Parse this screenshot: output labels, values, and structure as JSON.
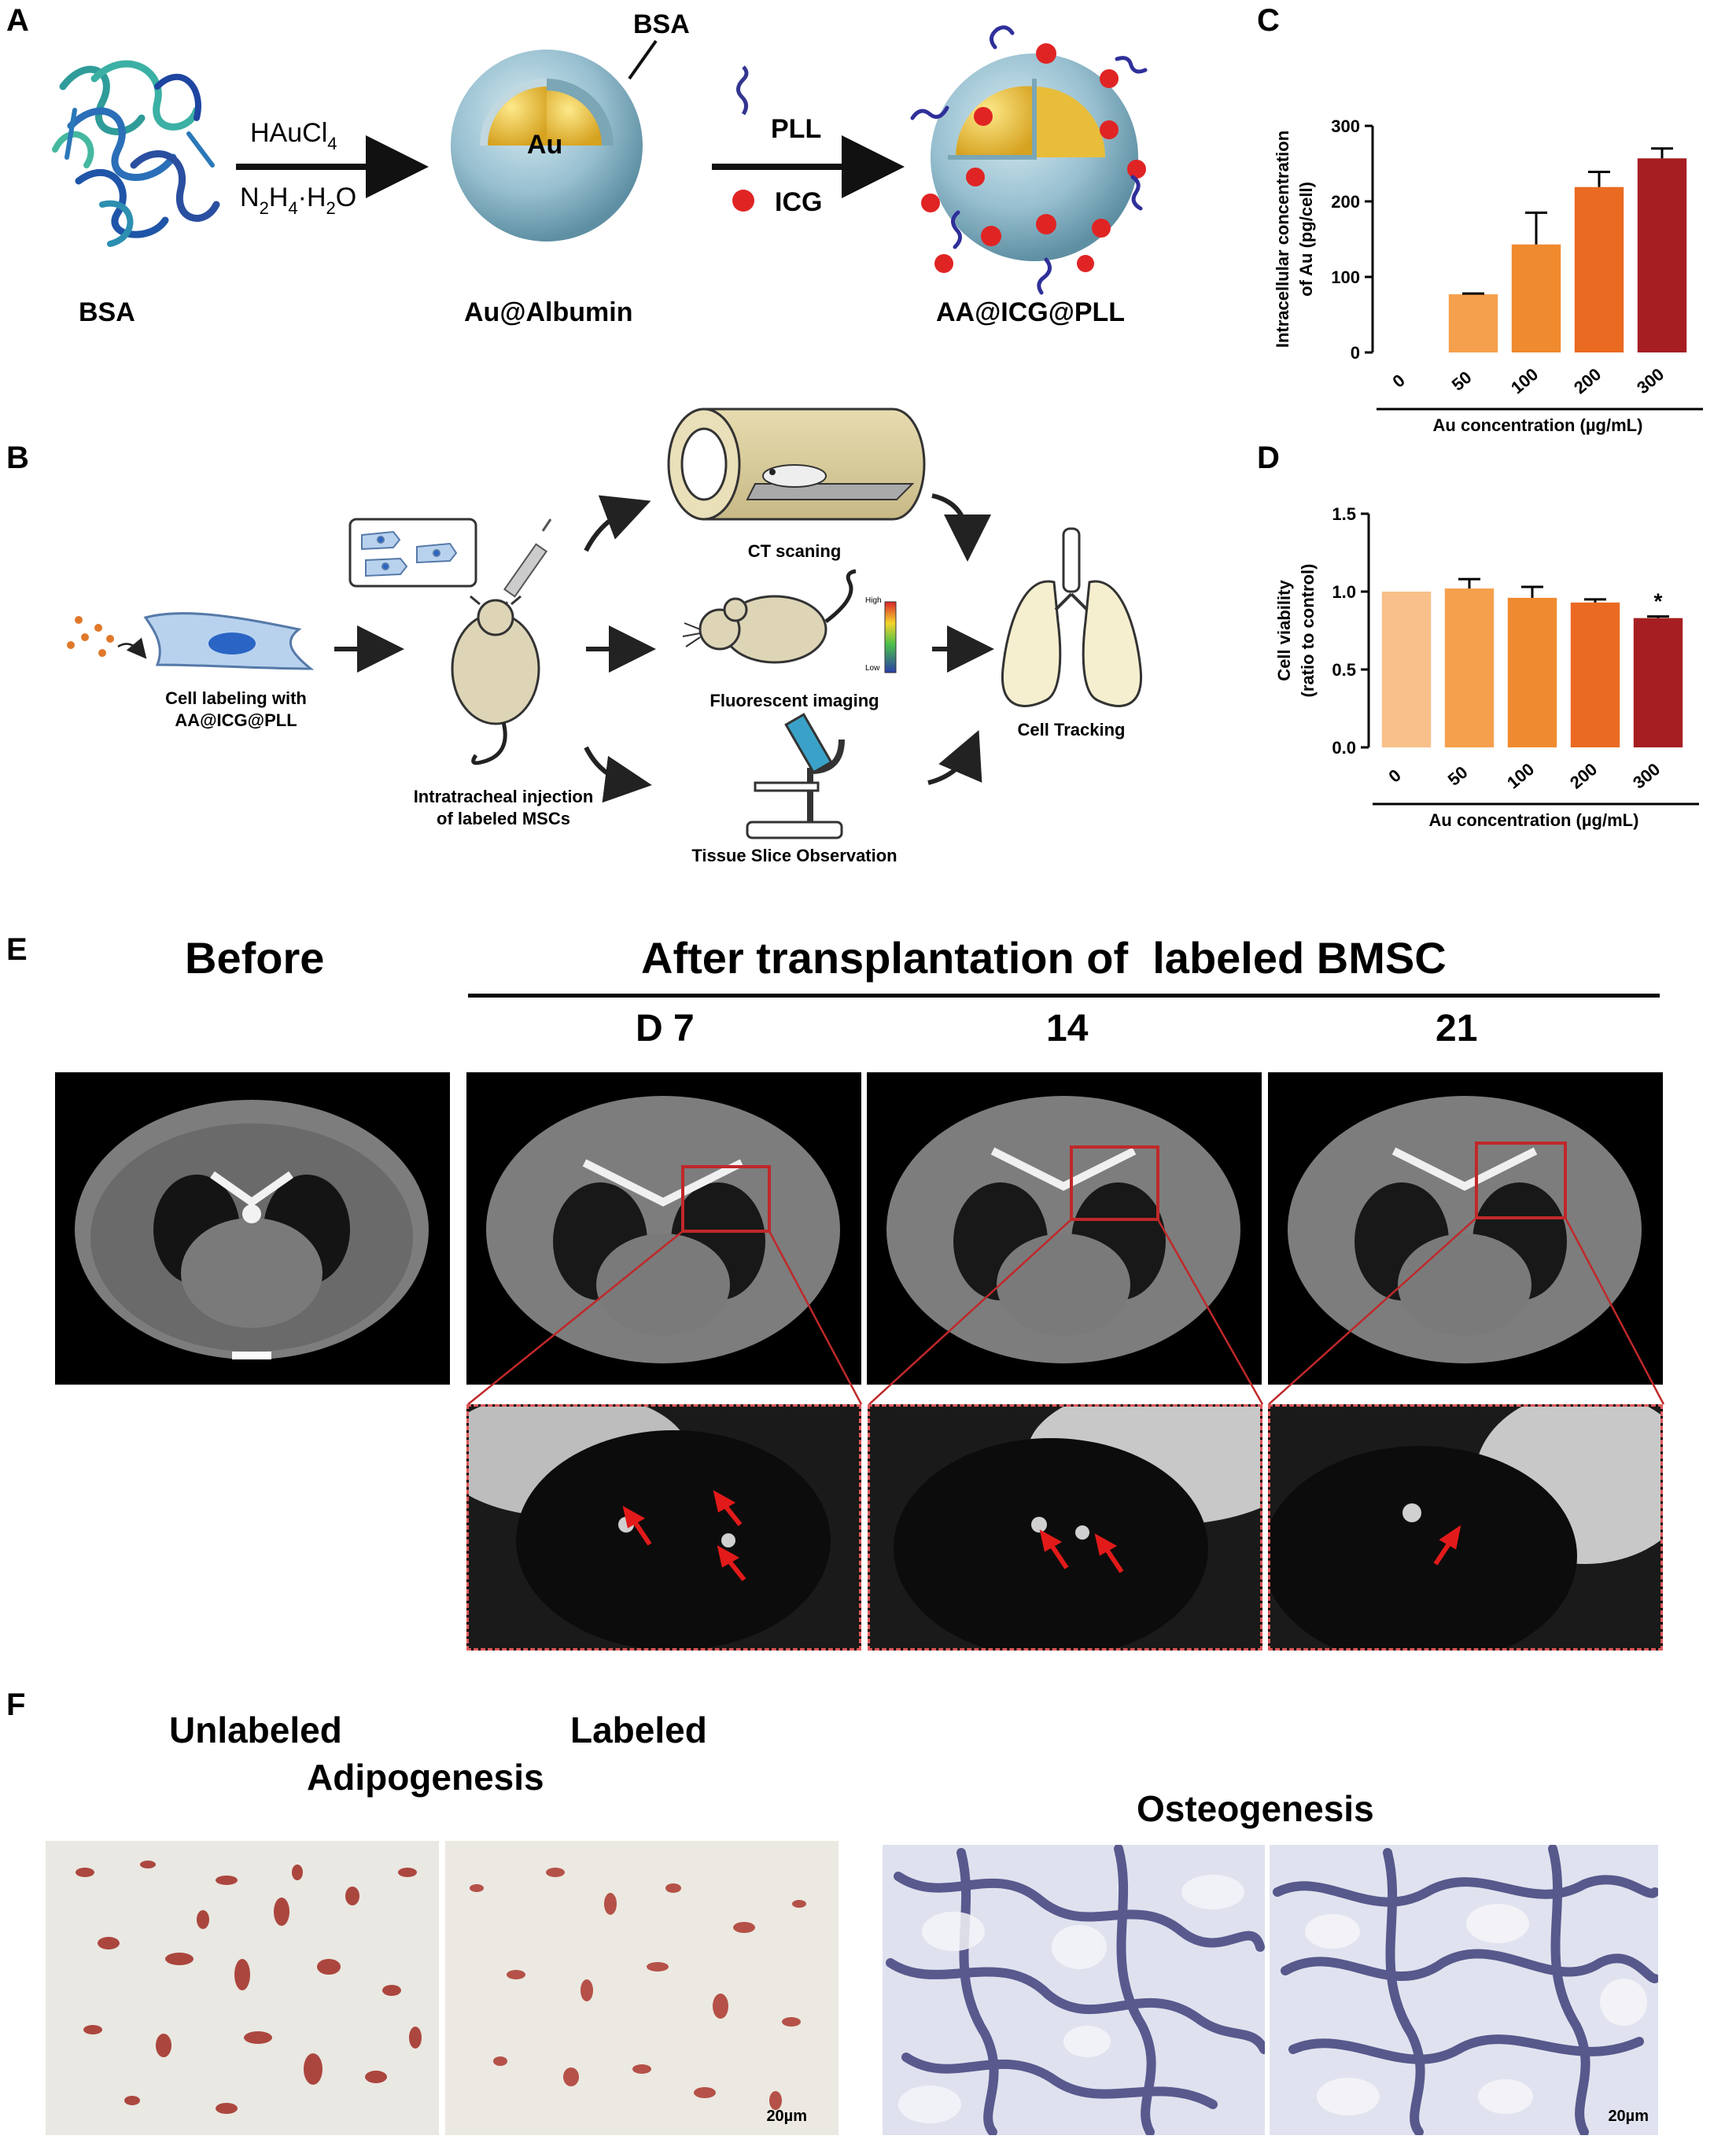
{
  "panel_labels": {
    "a": "A",
    "b": "B",
    "c": "C",
    "d": "D",
    "e": "E",
    "f": "F"
  },
  "panel_a": {
    "bsa_top": "BSA",
    "reagent1": "HAuCl",
    "reagent1_sub": "4",
    "reagent2_a": "N",
    "reagent2_sub1": "2",
    "reagent2_b": "H",
    "reagent2_sub2": "4",
    "reagent2_c": "·H",
    "reagent2_sub3": "2",
    "reagent2_d": "O",
    "au_core": "Au",
    "pll": "PLL",
    "icg": "ICG",
    "captions": [
      "BSA",
      "Au@Albumin",
      "AA@ICG@PLL"
    ]
  },
  "panel_b": {
    "cell_label_1": "Cell labeling with",
    "cell_label_2": "AA@ICG@PLL",
    "inj_1": "Intratracheal injection",
    "inj_2": "of labeled MSCs",
    "ct": "CT scaning",
    "fluor": "Fluorescent imaging",
    "tissue": "Tissue Slice Observation",
    "tracking": "Cell Tracking",
    "scale_high": "High",
    "scale_low": "Low"
  },
  "chart_data": [
    {
      "panel": "C",
      "type": "bar",
      "categories": [
        "0",
        "50",
        "100",
        "200",
        "300"
      ],
      "values": [
        0,
        77,
        143,
        219,
        257
      ],
      "errors": [
        0,
        1,
        42,
        20,
        13
      ],
      "colors": [
        "#f8c08a",
        "#f5a04c",
        "#f08a2e",
        "#ea6a22",
        "#a61e22"
      ],
      "ylim": [
        0,
        300
      ],
      "yticks": [
        "0",
        "100",
        "200",
        "300"
      ],
      "ylabel_1": "Intracellular concentration",
      "ylabel_2": "of Au (pg/cell)",
      "xlabel": "Au concentration (µg/mL)"
    },
    {
      "panel": "D",
      "type": "bar",
      "categories": [
        "0",
        "50",
        "100",
        "200",
        "300"
      ],
      "values": [
        1.0,
        1.02,
        0.96,
        0.93,
        0.83
      ],
      "errors": [
        0,
        0.06,
        0.07,
        0.02,
        0.01
      ],
      "colors": [
        "#f8c08a",
        "#f5a04c",
        "#f08a2e",
        "#ea6a22",
        "#a61e22"
      ],
      "ylim": [
        0,
        1.5
      ],
      "yticks": [
        "0.0",
        "0.5",
        "1.0",
        "1.5"
      ],
      "ylabel_1": "Cell viability",
      "ylabel_2": "(ratio to control)",
      "xlabel": "Au concentration (µg/mL)",
      "annotation": "*"
    }
  ],
  "panel_e": {
    "before": "Before",
    "after": "After transplantation of  labeled BMSC",
    "days": [
      "D 7",
      "14",
      "21"
    ]
  },
  "panel_f": {
    "unlabeled": "Unlabeled",
    "labeled": "Labeled",
    "adipo": "Adipogenesis",
    "osteo": "Osteogenesis",
    "scale1": "20µm",
    "scale2": "20µm"
  }
}
